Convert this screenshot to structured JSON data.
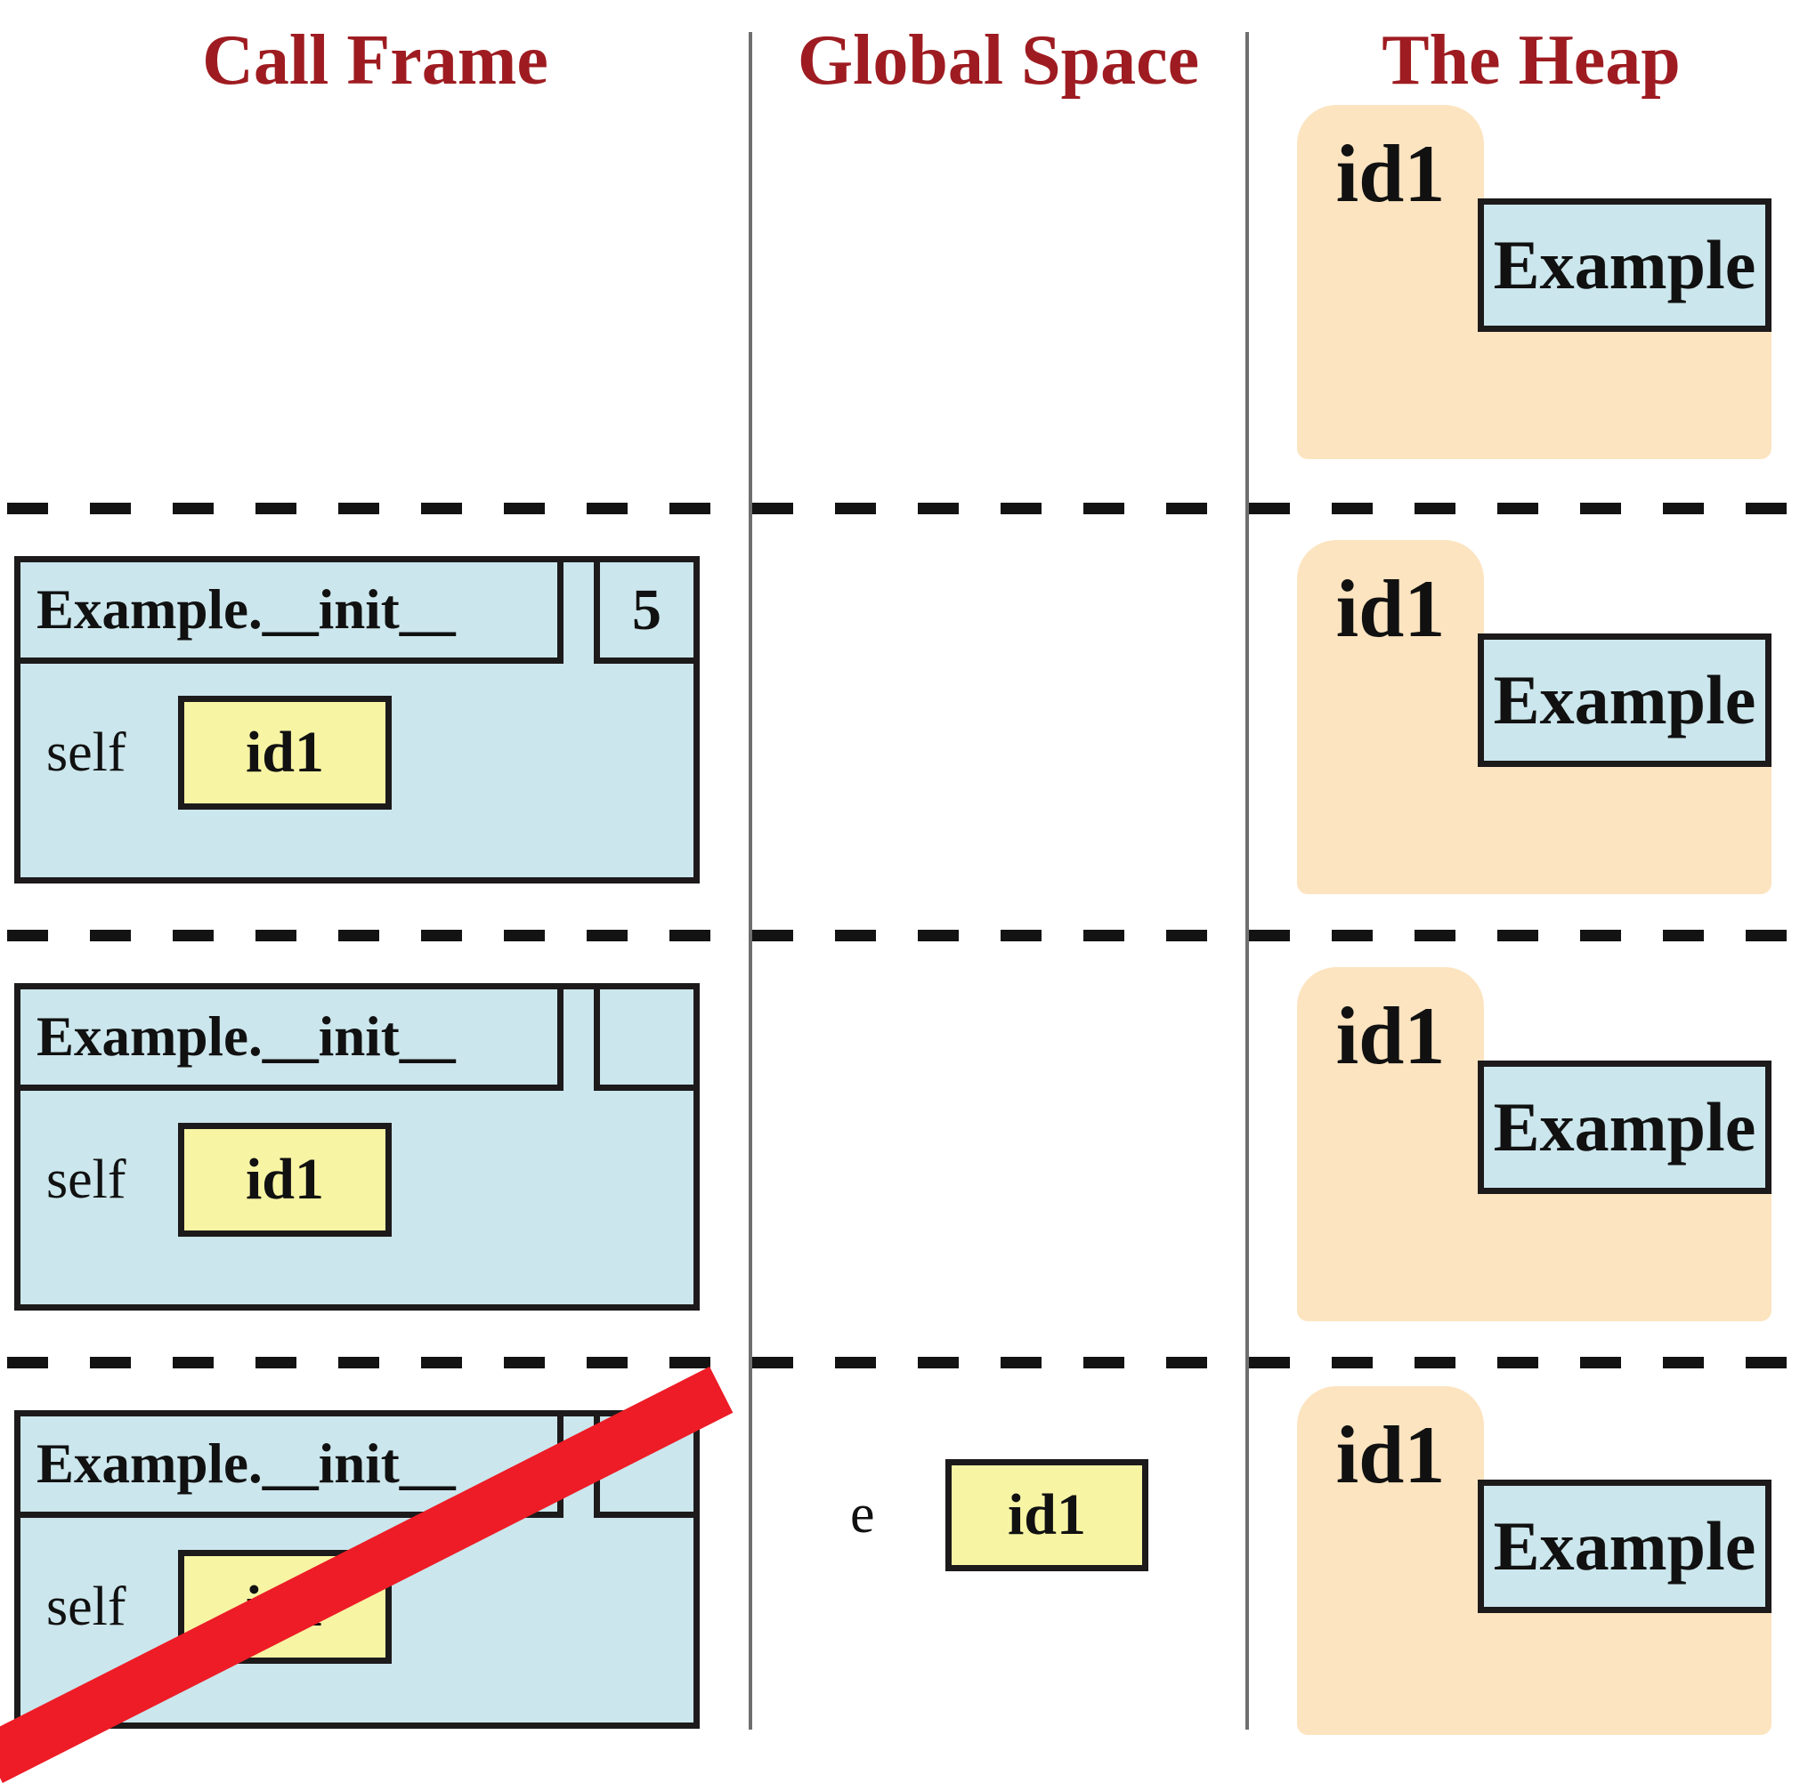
{
  "headers": {
    "call_frame": "Call Frame",
    "global_space": "Global Space",
    "the_heap": "The Heap"
  },
  "colors": {
    "header_text": "#9e1c21",
    "frame_fill": "#cbe6ec",
    "folder_fill": "#fce4c0",
    "value_fill": "#f7f4a4",
    "strike_red": "#ed1c26",
    "border": "#1d1a1b",
    "divider_gray": "#6f6f6f"
  },
  "rows": [
    {
      "heap_folder": {
        "id": "id1",
        "class_name": "Example"
      }
    },
    {
      "frame": {
        "name": "Example.__init__",
        "counter": "5",
        "vars": [
          {
            "name": "self",
            "value": "id1"
          }
        ]
      },
      "heap_folder": {
        "id": "id1",
        "class_name": "Example"
      }
    },
    {
      "frame": {
        "name": "Example.__init__",
        "counter": "",
        "vars": [
          {
            "name": "self",
            "value": "id1"
          }
        ]
      },
      "heap_folder": {
        "id": "id1",
        "class_name": "Example"
      }
    },
    {
      "frame": {
        "name": "Example.__init__",
        "counter": "",
        "crossed_out": true,
        "vars": [
          {
            "name": "self",
            "value": "id1"
          }
        ]
      },
      "globals": [
        {
          "name": "e",
          "value": "id1"
        }
      ],
      "heap_folder": {
        "id": "id1",
        "class_name": "Example"
      }
    }
  ]
}
